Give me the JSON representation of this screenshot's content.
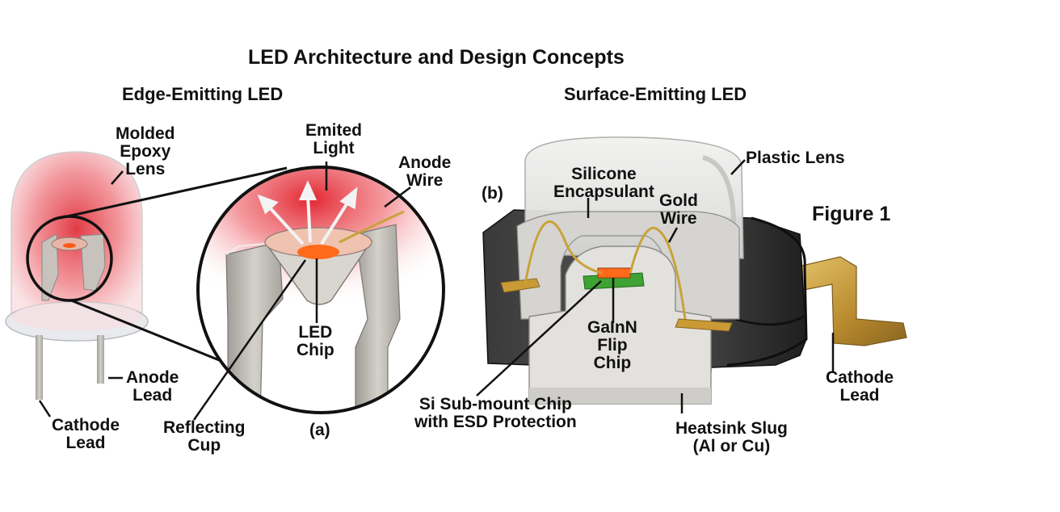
{
  "title": "LED Architecture and Design Concepts",
  "figure_label": "Figure 1",
  "edge_panel": {
    "heading": "Edge-Emitting LED",
    "panel_letter": "(a)",
    "labels": {
      "molded_epoxy_lens": [
        "Molded",
        "Epoxy",
        "Lens"
      ],
      "emitted_light": [
        "Emited",
        "Light"
      ],
      "anode_wire": [
        "Anode",
        "Wire"
      ],
      "led_chip": [
        "LED",
        "Chip"
      ],
      "anode_lead": [
        "Anode",
        "Lead"
      ],
      "cathode_lead": [
        "Cathode",
        "Lead"
      ],
      "reflecting_cup": [
        "Reflecting",
        "Cup"
      ]
    }
  },
  "surface_panel": {
    "heading": "Surface-Emitting LED",
    "panel_letter": "(b)",
    "labels": {
      "plastic_lens": "Plastic Lens",
      "silicone_encapsulant": [
        "Silicone",
        "Encapsulant"
      ],
      "gold_wire": [
        "Gold",
        "Wire"
      ],
      "gainn_flip_chip": [
        "GaInN",
        "Flip",
        "Chip"
      ],
      "si_submount": [
        "Si Sub-mount Chip",
        "with ESD Protection"
      ],
      "heatsink_slug": [
        "Heatsink Slug",
        "(Al or Cu)"
      ],
      "cathode_lead": [
        "Cathode",
        "Lead"
      ]
    }
  },
  "colors": {
    "glow_red": "#e8262a",
    "chip_orange": "#ff6a1a",
    "gold": "#c9a23a",
    "metal_gray": "#b9b6b0",
    "housing_dark": "#2e2e2e",
    "submount_green": "#3ea334"
  }
}
